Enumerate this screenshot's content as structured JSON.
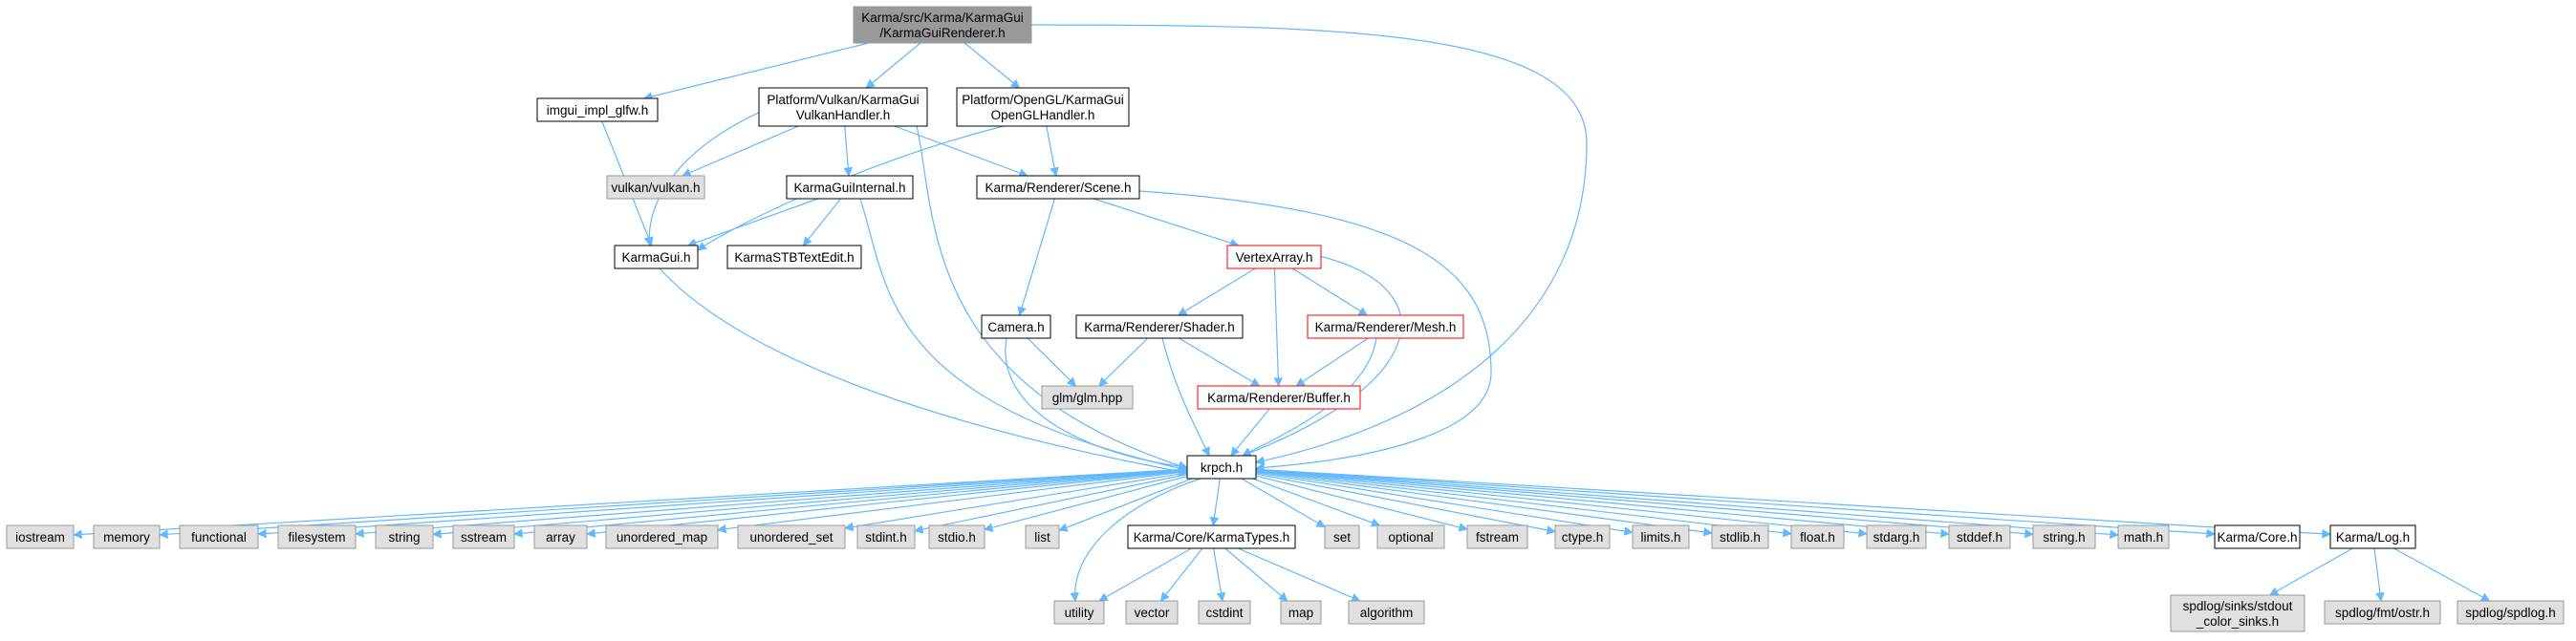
{
  "diagram": {
    "colors": {
      "edge": "#63b8ff",
      "root_fill": "#999999",
      "node_fill": "#ffffff",
      "node_stroke": "#000000",
      "external_fill": "#e0e0e0",
      "external_stroke": "#999999",
      "truncated_stroke": "#ff0000"
    },
    "nodes": [
      {
        "id": "root",
        "label": "Karma/src/Karma/KarmaGui\n/KarmaGuiRenderer.h",
        "style": "root"
      },
      {
        "id": "imgui_glfw",
        "label": "imgui_impl_glfw.h",
        "style": "normal"
      },
      {
        "id": "vk_handler",
        "label": "Platform/Vulkan/KarmaGui\nVulkanHandler.h",
        "style": "normal"
      },
      {
        "id": "gl_handler",
        "label": "Platform/OpenGL/KarmaGui\nOpenGLHandler.h",
        "style": "normal"
      },
      {
        "id": "vulkan_h",
        "label": "vulkan/vulkan.h",
        "style": "external"
      },
      {
        "id": "gui_internal",
        "label": "KarmaGuiInternal.h",
        "style": "normal"
      },
      {
        "id": "scene",
        "label": "Karma/Renderer/Scene.h",
        "style": "normal"
      },
      {
        "id": "karmagui",
        "label": "KarmaGui.h",
        "style": "normal"
      },
      {
        "id": "stb_textedit",
        "label": "KarmaSTBTextEdit.h",
        "style": "normal"
      },
      {
        "id": "vertex_array",
        "label": "VertexArray.h",
        "style": "truncated"
      },
      {
        "id": "camera",
        "label": "Camera.h",
        "style": "normal"
      },
      {
        "id": "shader",
        "label": "Karma/Renderer/Shader.h",
        "style": "normal"
      },
      {
        "id": "mesh",
        "label": "Karma/Renderer/Mesh.h",
        "style": "truncated"
      },
      {
        "id": "glm",
        "label": "glm/glm.hpp",
        "style": "external"
      },
      {
        "id": "buffer",
        "label": "Karma/Renderer/Buffer.h",
        "style": "truncated"
      },
      {
        "id": "krpch",
        "label": "krpch.h",
        "style": "normal"
      },
      {
        "id": "iostream",
        "label": "iostream",
        "style": "external"
      },
      {
        "id": "memory",
        "label": "memory",
        "style": "external"
      },
      {
        "id": "functional",
        "label": "functional",
        "style": "external"
      },
      {
        "id": "filesystem",
        "label": "filesystem",
        "style": "external"
      },
      {
        "id": "string",
        "label": "string",
        "style": "external"
      },
      {
        "id": "sstream",
        "label": "sstream",
        "style": "external"
      },
      {
        "id": "array",
        "label": "array",
        "style": "external"
      },
      {
        "id": "unordered_map",
        "label": "unordered_map",
        "style": "external"
      },
      {
        "id": "unordered_set",
        "label": "unordered_set",
        "style": "external"
      },
      {
        "id": "stdint_h",
        "label": "stdint.h",
        "style": "external"
      },
      {
        "id": "stdio_h",
        "label": "stdio.h",
        "style": "external"
      },
      {
        "id": "list",
        "label": "list",
        "style": "external"
      },
      {
        "id": "karmatypes",
        "label": "Karma/Core/KarmaTypes.h",
        "style": "normal"
      },
      {
        "id": "set",
        "label": "set",
        "style": "external"
      },
      {
        "id": "optional",
        "label": "optional",
        "style": "external"
      },
      {
        "id": "fstream",
        "label": "fstream",
        "style": "external"
      },
      {
        "id": "ctype_h",
        "label": "ctype.h",
        "style": "external"
      },
      {
        "id": "limits_h",
        "label": "limits.h",
        "style": "external"
      },
      {
        "id": "stdlib_h",
        "label": "stdlib.h",
        "style": "external"
      },
      {
        "id": "float_h",
        "label": "float.h",
        "style": "external"
      },
      {
        "id": "stdarg_h",
        "label": "stdarg.h",
        "style": "external"
      },
      {
        "id": "stddef_h",
        "label": "stddef.h",
        "style": "external"
      },
      {
        "id": "string_h",
        "label": "string.h",
        "style": "external"
      },
      {
        "id": "math_h",
        "label": "math.h",
        "style": "external"
      },
      {
        "id": "core_h",
        "label": "Karma/Core.h",
        "style": "normal"
      },
      {
        "id": "log_h",
        "label": "Karma/Log.h",
        "style": "normal"
      },
      {
        "id": "utility",
        "label": "utility",
        "style": "external"
      },
      {
        "id": "vector",
        "label": "vector",
        "style": "external"
      },
      {
        "id": "cstdint",
        "label": "cstdint",
        "style": "external"
      },
      {
        "id": "map",
        "label": "map",
        "style": "external"
      },
      {
        "id": "algorithm",
        "label": "algorithm",
        "style": "external"
      },
      {
        "id": "spdlog_sinks",
        "label": "spdlog/sinks/stdout\n_color_sinks.h",
        "style": "external"
      },
      {
        "id": "spdlog_fmt",
        "label": "spdlog/fmt/ostr.h",
        "style": "external"
      },
      {
        "id": "spdlog_h",
        "label": "spdlog/spdlog.h",
        "style": "external"
      }
    ],
    "edges": [
      [
        "root",
        "imgui_glfw"
      ],
      [
        "root",
        "vk_handler"
      ],
      [
        "root",
        "gl_handler"
      ],
      [
        "root",
        "krpch"
      ],
      [
        "imgui_glfw",
        "karmagui"
      ],
      [
        "vk_handler",
        "vulkan_h"
      ],
      [
        "vk_handler",
        "gui_internal"
      ],
      [
        "vk_handler",
        "scene"
      ],
      [
        "vk_handler",
        "karmagui"
      ],
      [
        "vk_handler",
        "krpch"
      ],
      [
        "gl_handler",
        "scene"
      ],
      [
        "gl_handler",
        "karmagui"
      ],
      [
        "gui_internal",
        "karmagui"
      ],
      [
        "gui_internal",
        "stb_textedit"
      ],
      [
        "gui_internal",
        "krpch"
      ],
      [
        "karmagui",
        "krpch"
      ],
      [
        "scene",
        "vertex_array"
      ],
      [
        "scene",
        "camera"
      ],
      [
        "scene",
        "krpch"
      ],
      [
        "vertex_array",
        "shader"
      ],
      [
        "vertex_array",
        "mesh"
      ],
      [
        "vertex_array",
        "buffer"
      ],
      [
        "vertex_array",
        "krpch"
      ],
      [
        "camera",
        "glm"
      ],
      [
        "camera",
        "krpch"
      ],
      [
        "shader",
        "glm"
      ],
      [
        "shader",
        "buffer"
      ],
      [
        "shader",
        "krpch"
      ],
      [
        "mesh",
        "buffer"
      ],
      [
        "mesh",
        "krpch"
      ],
      [
        "buffer",
        "krpch"
      ],
      [
        "krpch",
        "iostream"
      ],
      [
        "krpch",
        "memory"
      ],
      [
        "krpch",
        "functional"
      ],
      [
        "krpch",
        "filesystem"
      ],
      [
        "krpch",
        "string"
      ],
      [
        "krpch",
        "sstream"
      ],
      [
        "krpch",
        "array"
      ],
      [
        "krpch",
        "unordered_map"
      ],
      [
        "krpch",
        "unordered_set"
      ],
      [
        "krpch",
        "stdint_h"
      ],
      [
        "krpch",
        "stdio_h"
      ],
      [
        "krpch",
        "list"
      ],
      [
        "krpch",
        "karmatypes"
      ],
      [
        "krpch",
        "set"
      ],
      [
        "krpch",
        "optional"
      ],
      [
        "krpch",
        "fstream"
      ],
      [
        "krpch",
        "ctype_h"
      ],
      [
        "krpch",
        "limits_h"
      ],
      [
        "krpch",
        "stdlib_h"
      ],
      [
        "krpch",
        "float_h"
      ],
      [
        "krpch",
        "stdarg_h"
      ],
      [
        "krpch",
        "stddef_h"
      ],
      [
        "krpch",
        "string_h"
      ],
      [
        "krpch",
        "math_h"
      ],
      [
        "krpch",
        "core_h"
      ],
      [
        "krpch",
        "log_h"
      ],
      [
        "krpch",
        "utility"
      ],
      [
        "karmatypes",
        "utility"
      ],
      [
        "karmatypes",
        "vector"
      ],
      [
        "karmatypes",
        "cstdint"
      ],
      [
        "karmatypes",
        "map"
      ],
      [
        "karmatypes",
        "algorithm"
      ],
      [
        "log_h",
        "spdlog_sinks"
      ],
      [
        "log_h",
        "spdlog_fmt"
      ],
      [
        "log_h",
        "spdlog_h"
      ]
    ]
  }
}
